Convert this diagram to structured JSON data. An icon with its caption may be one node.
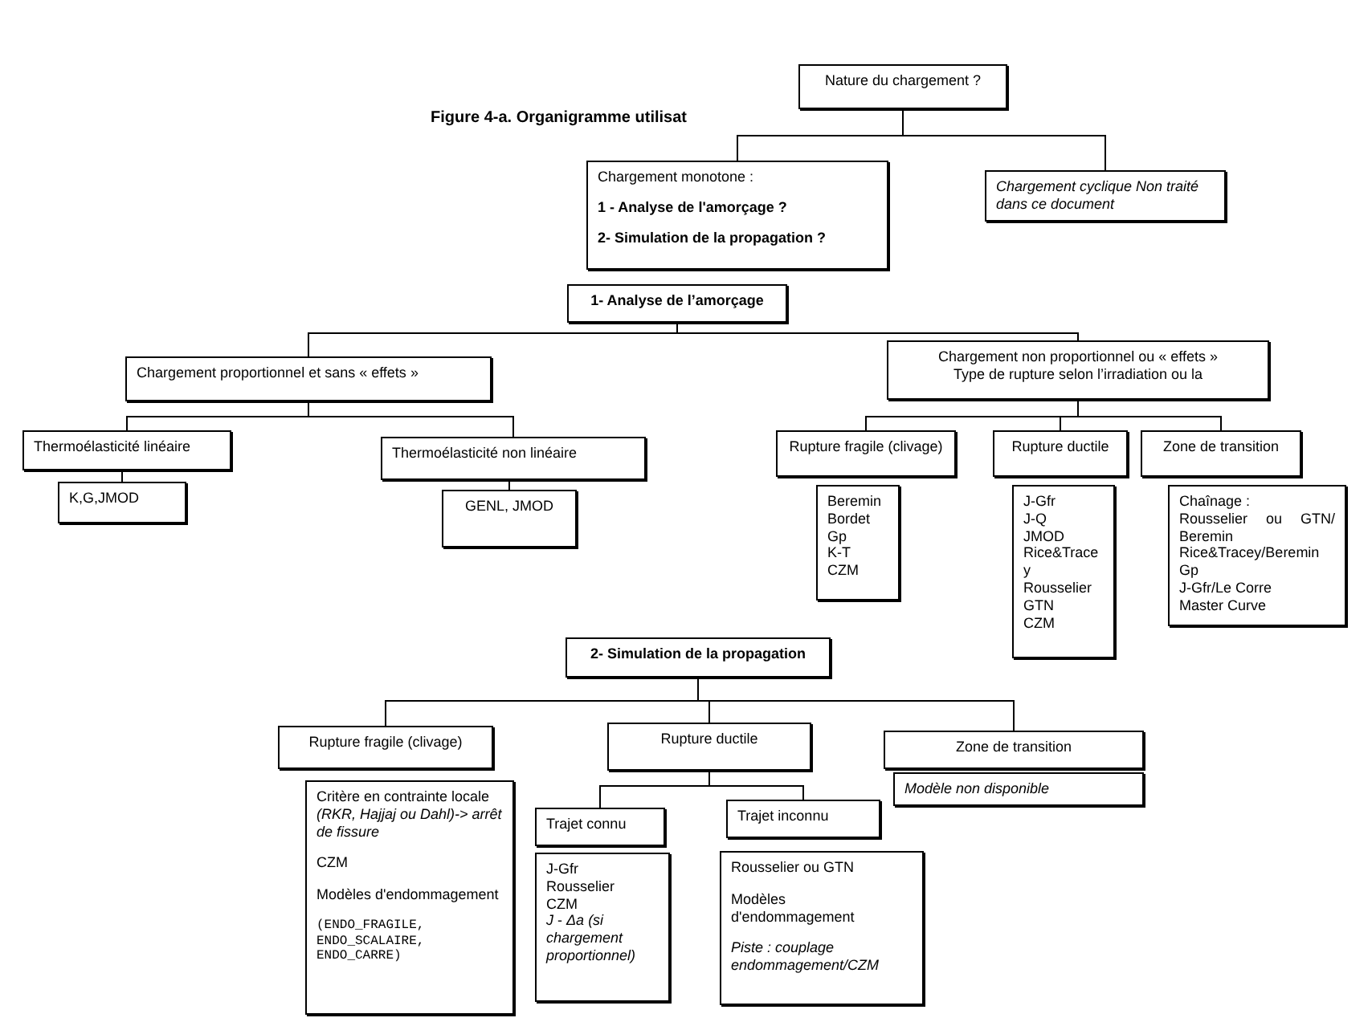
{
  "diagram": {
    "title": "Figure 4-a. Organigramme utilisat",
    "nodes": [
      {
        "text": [
          "Nature du chargement ?"
        ]
      },
      {
        "text": [
          "Chargement monotone :",
          "1 - Analyse de l'amorçage ?",
          "2- Simulation de la propagation ?"
        ]
      },
      {
        "text": [
          "Chargement cyclique Non traité dans ce document"
        ]
      },
      {
        "text": [
          "1- Analyse de l’amorçage"
        ]
      },
      {
        "text": [
          "Chargement proportionnel et sans « effets »"
        ]
      },
      {
        "text": [
          "Chargement non proportionnel ou « effets »",
          "Type de rupture selon l’irradiation ou la"
        ]
      },
      {
        "text": [
          "Thermoélasticité linéaire"
        ]
      },
      {
        "text": [
          "Thermoélasticité non linéaire"
        ]
      },
      {
        "text": [
          "K,G,JMOD"
        ]
      },
      {
        "text": [
          "GENL, JMOD"
        ]
      },
      {
        "text": [
          "Rupture fragile (clivage)"
        ]
      },
      {
        "text": [
          "Rupture ductile"
        ]
      },
      {
        "text": [
          "Zone de transition"
        ]
      },
      {
        "text": [
          "Beremin",
          "Bordet",
          "Gp",
          "K-T",
          "CZM"
        ]
      },
      {
        "text": [
          "J-Gfr",
          "J-Q",
          "JMOD",
          "Rice&Tracey",
          "Rousselier",
          "GTN",
          "CZM"
        ]
      },
      {
        "text": [
          "Chaînage :",
          "Rousselier ou GTN/ Beremin",
          "Rice&Tracey/Beremin",
          "Gp",
          "J-Gfr/Le Corre",
          "Master Curve"
        ]
      },
      {
        "text": [
          "2- Simulation de la propagation"
        ]
      },
      {
        "text": [
          "Rupture fragile (clivage)"
        ]
      },
      {
        "text": [
          "Rupture ductile"
        ]
      },
      {
        "text": [
          "Zone de transition"
        ]
      },
      {
        "text": [
          "Modèle non disponible"
        ]
      },
      {
        "text": [
          "Trajet connu"
        ]
      },
      {
        "text": [
          "Trajet inconnu"
        ]
      },
      {
        "text": [
          "Critère en contrainte locale *(RKR, Hajjaj ou Dahl)-> arrêt de fissure*",
          "CZM",
          "Modèles d'endommagement",
          "(ENDO_FRAGILE, ENDO_SCALAIRE, ENDO_CARRE)"
        ]
      },
      {
        "text": [
          "J-Gfr",
          "Rousselier",
          "CZM",
          "*J* - *Δa* *(si chargement proportionnel)*"
        ]
      },
      {
        "text": [
          "Rousselier ou GTN",
          "Modèles d'endommagement",
          "Piste : couplage endommagement/CZM"
        ]
      }
    ],
    "edges": [
      {
        "from": 0,
        "to": 1,
        "arrow": "none"
      },
      {
        "from": 0,
        "to": 2,
        "arrow": "none"
      },
      {
        "from": 3,
        "to": 4,
        "arrow": "none"
      },
      {
        "from": 3,
        "to": 5,
        "arrow": "none"
      },
      {
        "from": 4,
        "to": 6,
        "arrow": "none"
      },
      {
        "from": 4,
        "to": 7,
        "arrow": "none"
      },
      {
        "from": 6,
        "to": 8,
        "arrow": "none"
      },
      {
        "from": 7,
        "to": 9,
        "arrow": "none"
      },
      {
        "from": 5,
        "to": 10,
        "arrow": "none"
      },
      {
        "from": 5,
        "to": 11,
        "arrow": "none"
      },
      {
        "from": 5,
        "to": 12,
        "arrow": "none"
      },
      {
        "from": 16,
        "to": 17,
        "arrow": "none"
      },
      {
        "from": 16,
        "to": 18,
        "arrow": "none"
      },
      {
        "from": 16,
        "to": 19,
        "arrow": "none"
      },
      {
        "from": 18,
        "to": 21,
        "arrow": "none"
      },
      {
        "from": 18,
        "to": 22,
        "arrow": "none"
      }
    ]
  }
}
